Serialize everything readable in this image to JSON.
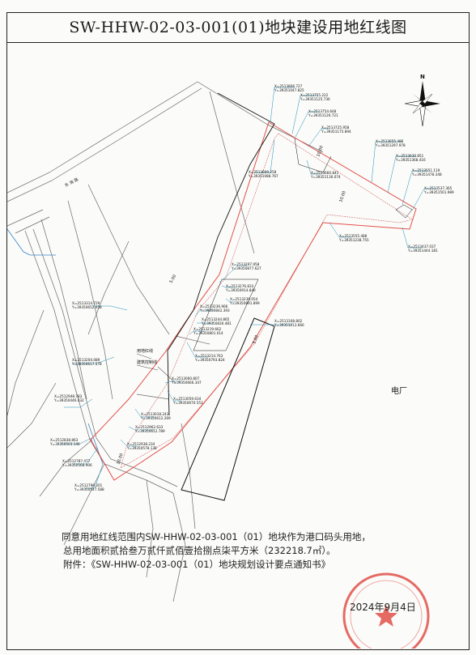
{
  "title": "SW-HHW-02-03-001(01)地块建设用地红线图",
  "north_label": "N",
  "power_plant_label": "电厂",
  "road_labels": {
    "road_a": "东 海 路"
  },
  "legend": {
    "red_line": "用地红线",
    "control_line": "建筑控制线"
  },
  "dimensions": [
    "10.00",
    "10.00",
    "5.00",
    "5.00",
    "10.00"
  ],
  "coordinates": [
    {
      "x": "X=2513806.727",
      "y": "Y=39351047.825"
    },
    {
      "x": "X=2513755.222",
      "y": "Y=39351125.736"
    },
    {
      "x": "X=2513754.648",
      "y": "Y=39351126.721"
    },
    {
      "x": "X=2513725.958",
      "y": "Y=39351175.894"
    },
    {
      "x": "X=2513655.486",
      "y": "Y=39351297.978"
    },
    {
      "x": "X=2513630.851",
      "y": "Y=39351368.416"
    },
    {
      "x": "X=2513551.119",
      "y": "Y=39351478.348"
    },
    {
      "x": "X=2513537.365",
      "y": "Y=39351501.989"
    },
    {
      "x": "X=2513669.258",
      "y": "Y=39351088.767"
    },
    {
      "x": "X=2513660.841",
      "y": "Y=39351136.074"
    },
    {
      "x": "X=2513555.488",
      "y": "Y=39351238.755"
    },
    {
      "x": "X=2513437.037",
      "y": "Y=39351444.181"
    },
    {
      "x": "X=2513297.958",
      "y": "Y=39350877.627"
    },
    {
      "x": "X=2513276.833",
      "y": "Y=39350914.840"
    },
    {
      "x": "X=2513239.054",
      "y": "Y=39350891.899"
    },
    {
      "x": "X=2513168.802",
      "y": "Y=39351013.666"
    },
    {
      "x": "X=2513236.966",
      "y": "Y=39350842.393"
    },
    {
      "x": "X=2513244.865",
      "y": "Y=39350830.481"
    },
    {
      "x": "X=2513219.662",
      "y": "Y=39350801.014"
    },
    {
      "x": "X=2513214.763",
      "y": "Y=39350793.824"
    },
    {
      "x": "X=2513314.729",
      "y": "Y=39350652.058"
    },
    {
      "x": "X=2513204.089",
      "y": "Y=39350617.578"
    },
    {
      "x": "X=2513060.807",
      "y": "Y=39350666.347"
    },
    {
      "x": "X=2513059.634",
      "y": "Y=39350670.553"
    },
    {
      "x": "X=2513018.243",
      "y": "Y=39350612.269"
    },
    {
      "x": "X=2512962.633",
      "y": "Y=39350612.789"
    },
    {
      "x": "X=2512938.234",
      "y": "Y=39350578.138"
    },
    {
      "x": "X=2512948.783",
      "y": "Y=39350446.432"
    },
    {
      "x": "X=2512838.863",
      "y": "Y=39350503.146"
    },
    {
      "x": "X=2512787.477",
      "y": "Y=39350568.906"
    },
    {
      "x": "X=2512790.201",
      "y": "Y=39350547.588"
    }
  ],
  "note": {
    "line1": "同意用地红线范围内SW-HHW-02-03-001（01）地块作为港口码头用地，",
    "line2": "总用地面积贰拾叁万贰仟贰佰壹拾捌点柒平方米（232218.7㎡）。",
    "line3": "附件：《SW-HHW-02-03-001（01）地块规划设计要点通知书》"
  },
  "date": "2024年9月4日",
  "colors": {
    "red_line": "#e0504a",
    "control_line": "#c96a66",
    "leader": "#1e8fb8",
    "road": "#555555",
    "stamp": "#e0504a"
  }
}
